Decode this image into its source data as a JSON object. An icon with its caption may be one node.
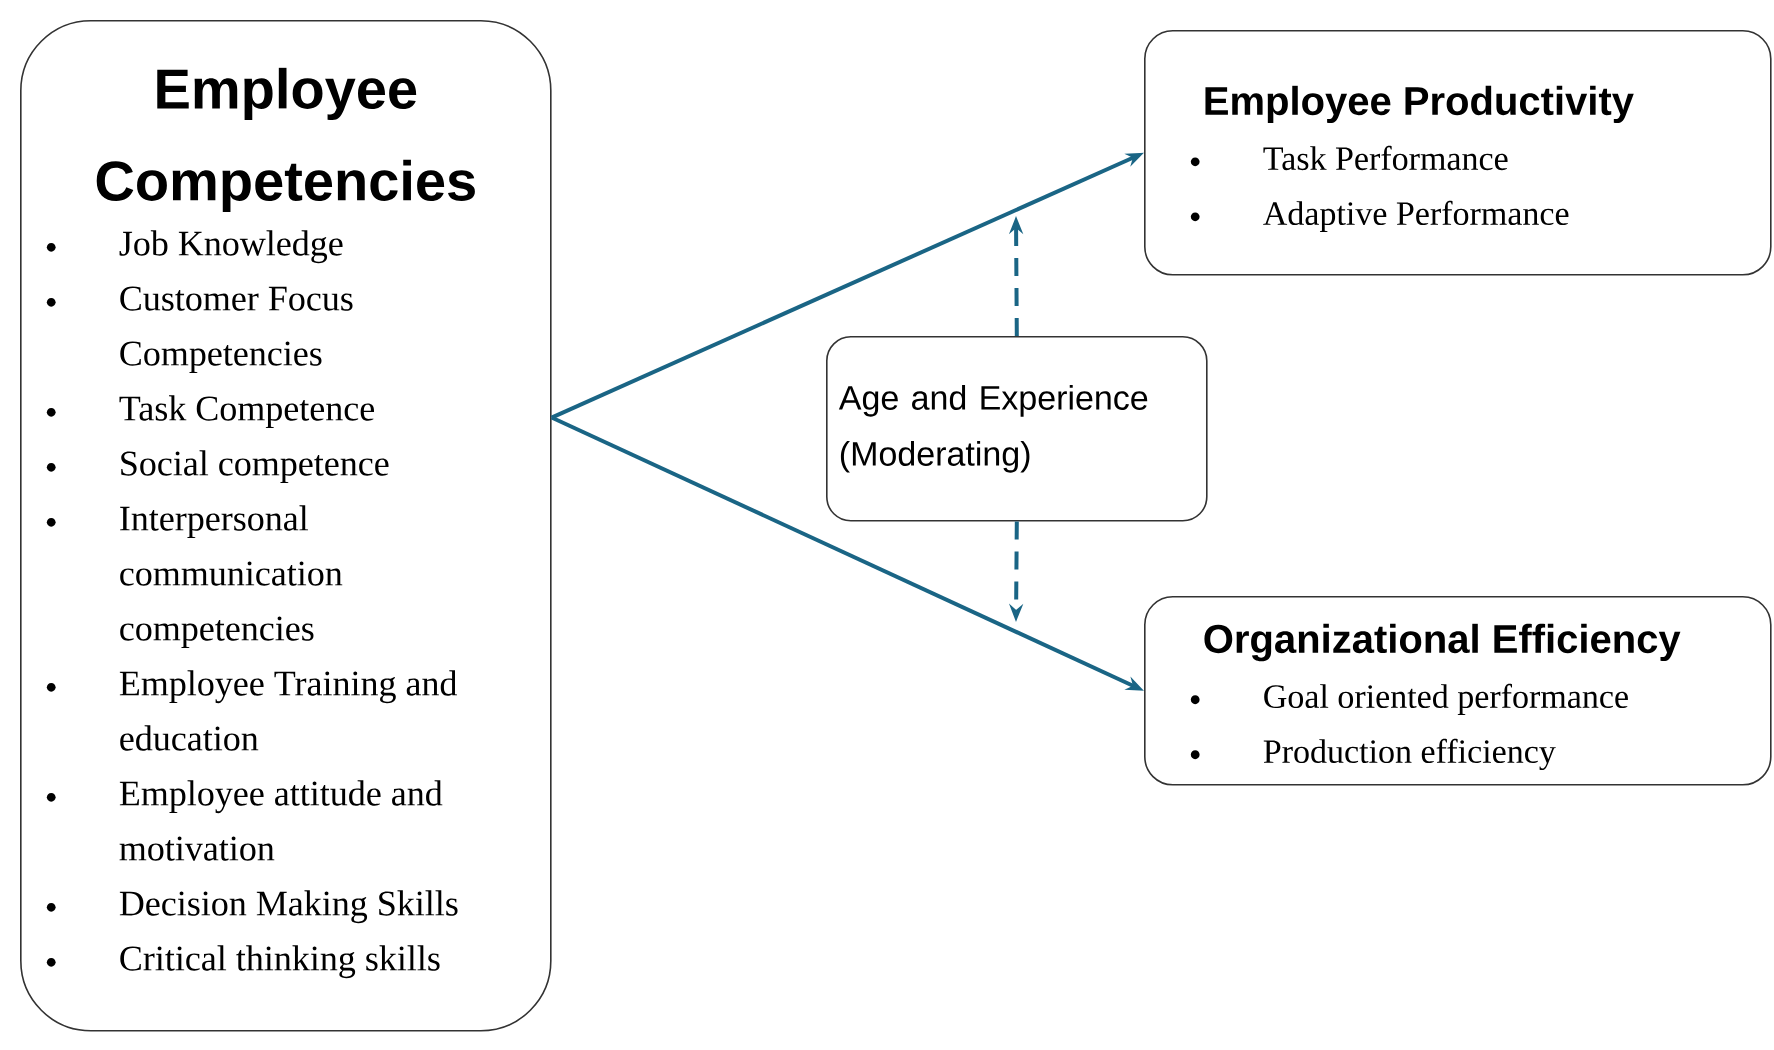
{
  "diagram": {
    "nodes": [
      {
        "text": [
          "Employee Competencies",
          "Job Knowledge",
          "Customer Focus Competencies",
          "Task Competence",
          "Social competence",
          "Interpersonal communication competencies",
          "Employee Training and education",
          "Employee attitude and motivation",
          "Decision Making Skills",
          "Critical thinking skills"
        ]
      },
      {
        "text": [
          "Employee Productivity",
          "Task Performance",
          "Adaptive Performance"
        ]
      },
      {
        "text": [
          "Age and Experience (Moderating)"
        ]
      },
      {
        "text": [
          "Organizational Efficiency",
          "Goal oriented performance",
          "Production efficiency"
        ]
      }
    ],
    "edges": [
      {
        "from": 0,
        "to": 1,
        "arrow": "to"
      },
      {
        "from": 0,
        "to": 3,
        "arrow": "to"
      },
      {
        "from": 2,
        "to": null,
        "arrow": "to",
        "style": "dashed"
      },
      {
        "from": 2,
        "to": null,
        "arrow": "to",
        "style": "dashed"
      }
    ]
  }
}
